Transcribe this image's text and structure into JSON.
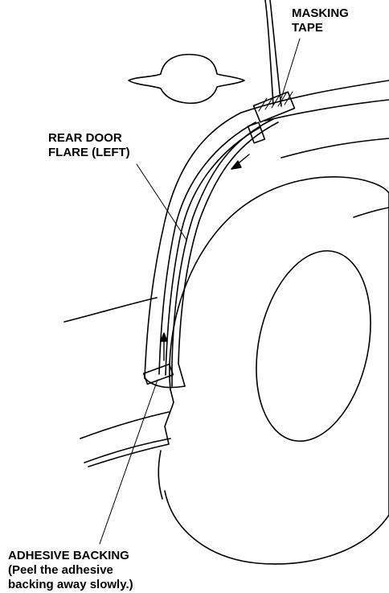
{
  "labels": {
    "masking_tape": [
      "MASKING",
      "TAPE"
    ],
    "rear_door_flare": [
      "REAR DOOR",
      "FLARE (LEFT)"
    ],
    "adhesive_backing": [
      "ADHESIVE BACKING",
      "(Peel the adhesive",
      "backing away slowly.)"
    ]
  },
  "colors": {
    "ink": "#000000",
    "background": "#ffffff"
  }
}
